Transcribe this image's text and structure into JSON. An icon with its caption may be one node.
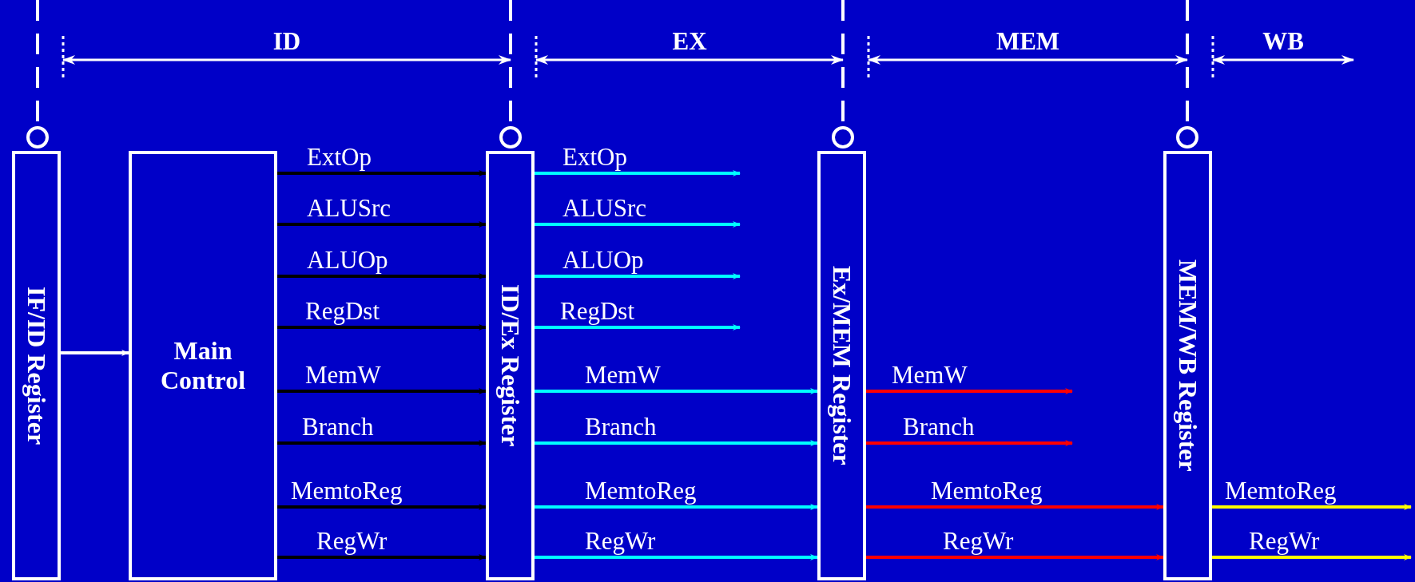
{
  "diagram": {
    "nodes": [
      {
        "text": [
          "IF/ID Register"
        ]
      },
      {
        "text": [
          "Main Control"
        ]
      },
      {
        "text": [
          "ID/Ex Register"
        ]
      },
      {
        "text": [
          "Ex/MEM Register"
        ]
      },
      {
        "text": [
          "MEM/WB Register"
        ]
      }
    ],
    "edges": [
      {
        "from": 0,
        "to": 1,
        "arrow": "to",
        "color": "#ffffff"
      },
      {
        "from": 1,
        "to": 2,
        "arrow": "to",
        "label": "ExtOp",
        "color": "#000000"
      },
      {
        "from": 1,
        "to": 2,
        "arrow": "to",
        "label": "ALUSrc",
        "color": "#000000"
      },
      {
        "from": 1,
        "to": 2,
        "arrow": "to",
        "label": "ALUOp",
        "color": "#000000"
      },
      {
        "from": 1,
        "to": 2,
        "arrow": "to",
        "label": "RegDst",
        "color": "#000000"
      },
      {
        "from": 1,
        "to": 2,
        "arrow": "to",
        "label": "MemW",
        "color": "#000000"
      },
      {
        "from": 1,
        "to": 2,
        "arrow": "to",
        "label": "Branch",
        "color": "#000000"
      },
      {
        "from": 1,
        "to": 2,
        "arrow": "to",
        "label": "MemtoReg",
        "color": "#000000"
      },
      {
        "from": 1,
        "to": 2,
        "arrow": "to",
        "label": "RegWr",
        "color": "#000000"
      },
      {
        "from": 2,
        "to": null,
        "arrow": "to",
        "label": "ExtOp",
        "color": "#00ffff"
      },
      {
        "from": 2,
        "to": null,
        "arrow": "to",
        "label": "ALUSrc",
        "color": "#00ffff"
      },
      {
        "from": 2,
        "to": null,
        "arrow": "to",
        "label": "ALUOp",
        "color": "#00ffff"
      },
      {
        "from": 2,
        "to": null,
        "arrow": "to",
        "label": "RegDst",
        "color": "#00ffff"
      },
      {
        "from": 2,
        "to": 3,
        "arrow": "to",
        "label": "MemW",
        "color": "#00ffff"
      },
      {
        "from": 2,
        "to": 3,
        "arrow": "to",
        "label": "Branch",
        "color": "#00ffff"
      },
      {
        "from": 2,
        "to": 3,
        "arrow": "to",
        "label": "MemtoReg",
        "color": "#00ffff"
      },
      {
        "from": 2,
        "to": 3,
        "arrow": "to",
        "label": "RegWr",
        "color": "#00ffff"
      },
      {
        "from": 3,
        "to": null,
        "arrow": "to",
        "label": "MemW",
        "color": "#ff0000"
      },
      {
        "from": 3,
        "to": null,
        "arrow": "to",
        "label": "Branch",
        "color": "#ff0000"
      },
      {
        "from": 3,
        "to": 4,
        "arrow": "to",
        "label": "MemtoReg",
        "color": "#ff0000"
      },
      {
        "from": 3,
        "to": 4,
        "arrow": "to",
        "label": "RegWr",
        "color": "#ff0000"
      },
      {
        "from": 4,
        "to": null,
        "arrow": "to",
        "label": "MemtoReg",
        "color": "#ffff00"
      },
      {
        "from": 4,
        "to": null,
        "arrow": "to",
        "label": "RegWr",
        "color": "#ffff00"
      }
    ],
    "labels": [
      "ID",
      "EX",
      "MEM",
      "WB"
    ]
  }
}
